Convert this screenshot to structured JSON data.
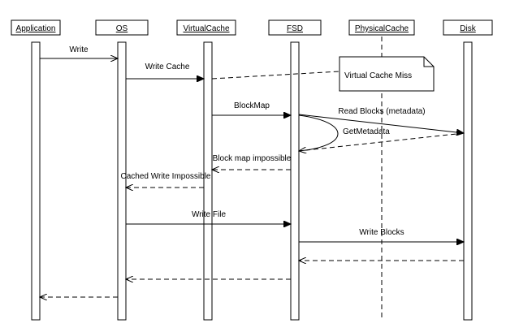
{
  "participants": [
    {
      "name": "Application"
    },
    {
      "name": "OS"
    },
    {
      "name": "VirtualCache"
    },
    {
      "name": "FSD"
    },
    {
      "name": "PhysicalCache"
    },
    {
      "name": "Disk"
    }
  ],
  "messages": [
    {
      "label": "Write",
      "from": "Application",
      "to": "OS",
      "style": "solid"
    },
    {
      "label": "Write Cache",
      "from": "OS",
      "to": "VirtualCache",
      "style": "solid"
    },
    {
      "label": "",
      "from": "VirtualCache",
      "to": "Virtual Cache Miss note",
      "style": "dashed"
    },
    {
      "label": "BlockMap",
      "from": "VirtualCache",
      "to": "FSD",
      "style": "solid"
    },
    {
      "label": "Read Blocks (metadata)",
      "from": "FSD",
      "to": "Disk",
      "style": "solid"
    },
    {
      "label": "GetMetadata",
      "from": "Disk",
      "to": "FSD",
      "style": "dashed"
    },
    {
      "label": "Block map impossible",
      "from": "FSD",
      "to": "VirtualCache",
      "style": "dashed"
    },
    {
      "label": "Cached Write Impossible",
      "from": "VirtualCache",
      "to": "OS",
      "style": "dashed"
    },
    {
      "label": "Write File",
      "from": "OS",
      "to": "FSD",
      "style": "solid"
    },
    {
      "label": "Write Blocks",
      "from": "FSD",
      "to": "Disk",
      "style": "solid"
    },
    {
      "label": "",
      "from": "Disk",
      "to": "FSD",
      "style": "dashed"
    },
    {
      "label": "",
      "from": "FSD",
      "to": "OS",
      "style": "dashed"
    },
    {
      "label": "",
      "from": "OS",
      "to": "Application",
      "style": "dashed"
    }
  ],
  "note": {
    "text": "Virtual Cache Miss"
  }
}
